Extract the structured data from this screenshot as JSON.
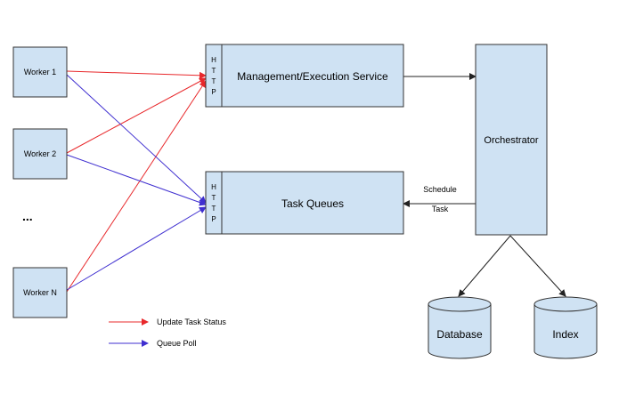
{
  "workers": [
    {
      "label": "Worker 1"
    },
    {
      "label": "Worker 2"
    },
    {
      "label": "Worker N"
    }
  ],
  "ellipsis": "...",
  "services": {
    "management": "Management/Execution Service",
    "task_queues": "Task Queues",
    "http_letters": [
      "H",
      "T",
      "T",
      "P"
    ]
  },
  "orchestrator": "Orchestrator",
  "schedule_label": {
    "line1": "Schedule",
    "line2": "Task"
  },
  "stores": {
    "database": "Database",
    "index": "Index"
  },
  "legend": {
    "update": "Update Task Status",
    "poll": "Queue Poll"
  },
  "colors": {
    "box_fill": "#cfe2f3",
    "update_arrow": "#e8282b",
    "poll_arrow": "#3f2fd0",
    "neutral_arrow": "#222222"
  }
}
